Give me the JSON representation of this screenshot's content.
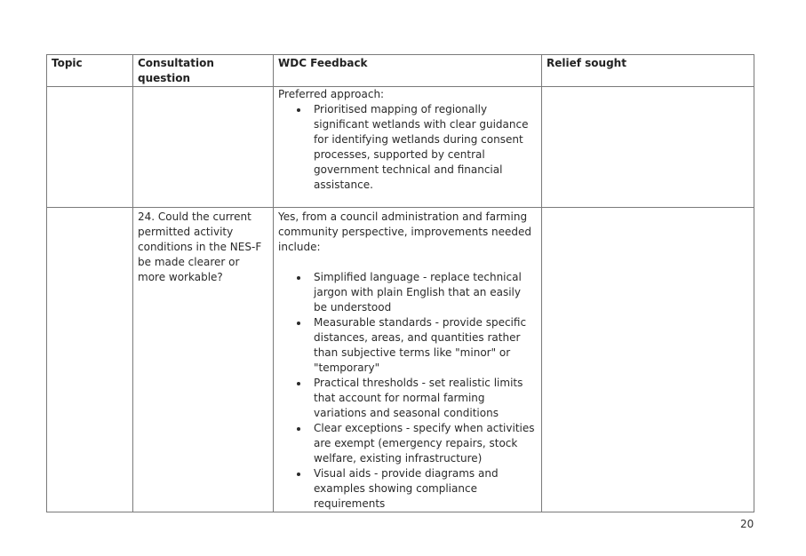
{
  "table": {
    "headers": [
      "Topic",
      "Consultation question",
      "WDC Feedback",
      "Relief sought"
    ],
    "row1": {
      "topic": "",
      "question": "",
      "feedback_intro": "Preferred approach:",
      "feedback_bullets": [
        "Prioritised mapping of regionally significant wetlands with clear guidance for identifying wetlands during consent processes, supported by central government technical and financial assistance."
      ],
      "relief": ""
    },
    "row2": {
      "topic": "",
      "question": "24. Could the current permitted activity conditions in the NES-F be made clearer or more workable?",
      "feedback_intro": "Yes, from a council administration and farming community perspective, improvements needed include:",
      "feedback_bullets": [
        "Simplified language - replace technical jargon with plain English that an easily be understood",
        "Measurable standards - provide specific distances, areas, and quantities rather than subjective terms like \"minor\" or \"temporary\"",
        "Practical thresholds - set realistic limits that account for normal farming variations and seasonal conditions",
        "Clear exceptions - specify when activities are exempt (emergency repairs, stock welfare, existing infrastructure)",
        "Visual aids - provide diagrams and examples showing compliance requirements"
      ],
      "relief": ""
    }
  },
  "page_number": "20"
}
